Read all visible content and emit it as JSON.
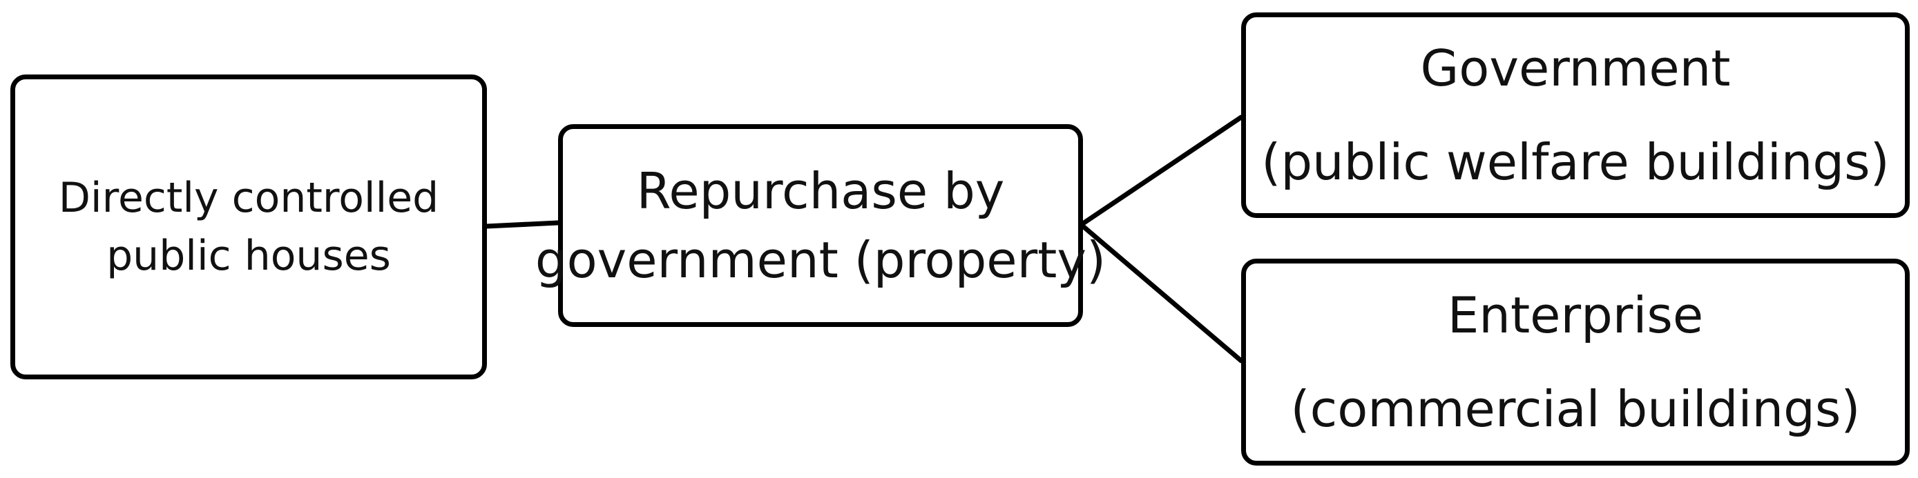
{
  "diagram": {
    "root": {
      "lines": [
        "Directly controlled",
        "public houses"
      ]
    },
    "middle": {
      "lines": [
        "Repurchase by",
        "government (property)"
      ]
    },
    "branches": [
      {
        "lines": [
          "Government",
          "(public welfare buildings)"
        ]
      },
      {
        "lines": [
          "Enterprise",
          "(commercial buildings)"
        ]
      }
    ],
    "colors": {
      "stroke": "#000000",
      "fill": "#ffffff",
      "text": "#111111"
    }
  }
}
